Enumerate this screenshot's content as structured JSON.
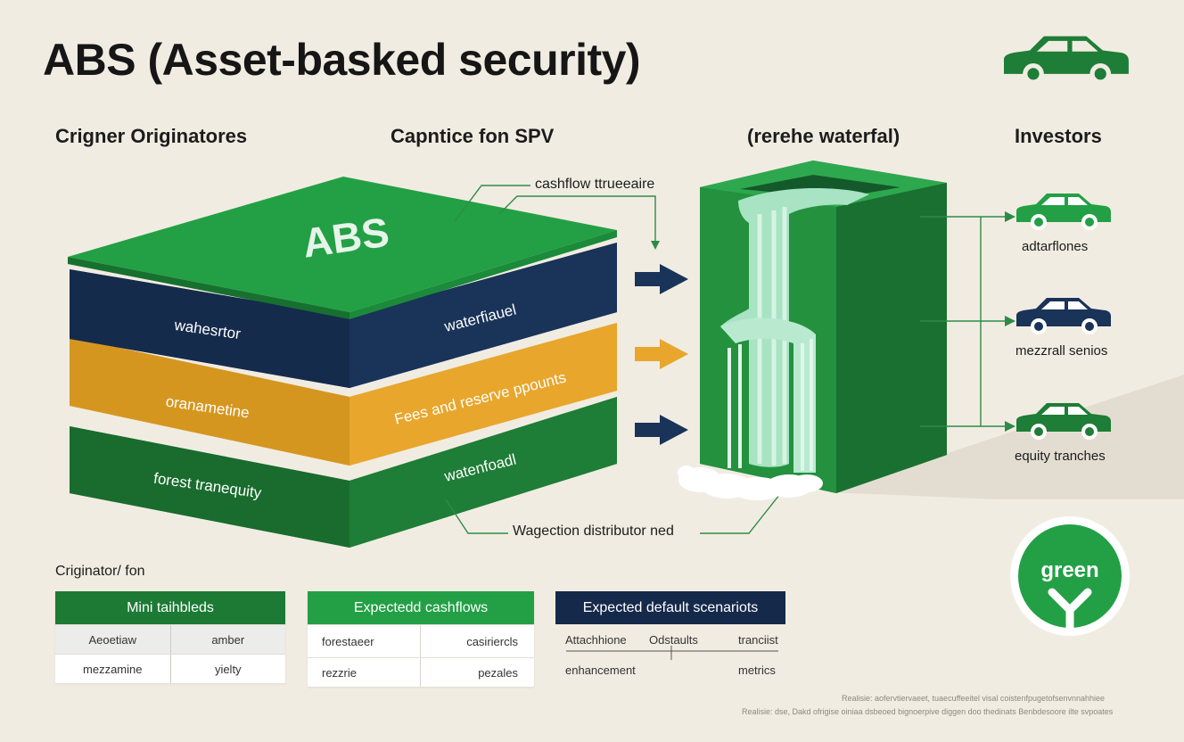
{
  "title": "ABS (Asset-basked security)",
  "stages": [
    "Crigner Originatores",
    "Capntice fon SPV",
    "(rerehe waterfal)",
    "Investors"
  ],
  "stack": {
    "top_label": "ABS",
    "layers": [
      {
        "left_label": "wahesrtor",
        "right_label": "waterfiauel",
        "color": "#1a3358"
      },
      {
        "left_label": "oranametine",
        "right_label": "Fees and reserve ppounts",
        "color": "#e8a62c"
      },
      {
        "left_label": "forest tranequity",
        "right_label": "watenfoadl",
        "color": "#1e7d36"
      }
    ]
  },
  "arrows": [
    {
      "color": "#1a3358"
    },
    {
      "color": "#e8a62c"
    },
    {
      "color": "#1a3358"
    }
  ],
  "notes": {
    "cashflow": "cashflow ttrueeaire",
    "distribution": "Wagection distributor ned"
  },
  "investors": [
    {
      "label": "adtarflones",
      "car_color": "#23a045",
      "icon": "car-icon"
    },
    {
      "label": "mezzrall senios",
      "car_color": "#1a3358",
      "icon": "car-icon"
    },
    {
      "label": "equity tranches",
      "car_color": "#1e7d36",
      "icon": "car-icon"
    }
  ],
  "logo": {
    "icon": "car-icon",
    "color": "#1e7d36"
  },
  "section_label": "Criginator/ fon",
  "tables": [
    {
      "header": "Mini taihbleds",
      "rows": [
        [
          "Aeoetiaw",
          "amber"
        ],
        [
          "mezzamine",
          "yielty"
        ]
      ]
    },
    {
      "header": "Expectedd cashflows",
      "rows": [
        [
          "forestaeer",
          "casiriercls"
        ],
        [
          "rezzrie",
          "pezales"
        ]
      ]
    },
    {
      "header": "Expected default scenariots",
      "rows": [
        [
          "Attachhione",
          "Odstaults",
          "tranciist"
        ],
        [
          "enhancement",
          "metrics"
        ]
      ]
    }
  ],
  "badge": {
    "text": "green",
    "color": "#23a045"
  },
  "footnotes": [
    "Realisie: aofervtiervaeet, tuaecuffeeitel visal coistenfpugetofsenvnnahhiee",
    "Realisie: dse, Dakd ofrigise oiniaa dsbeoed bignoerpive diggen doo thedinats Benbdesoore ilte svpoates"
  ],
  "colors": {
    "green": "#23a045",
    "dark_green": "#1e7d36",
    "navy": "#1a3358",
    "amber": "#e8a62c",
    "water": "#a8e3c3"
  }
}
